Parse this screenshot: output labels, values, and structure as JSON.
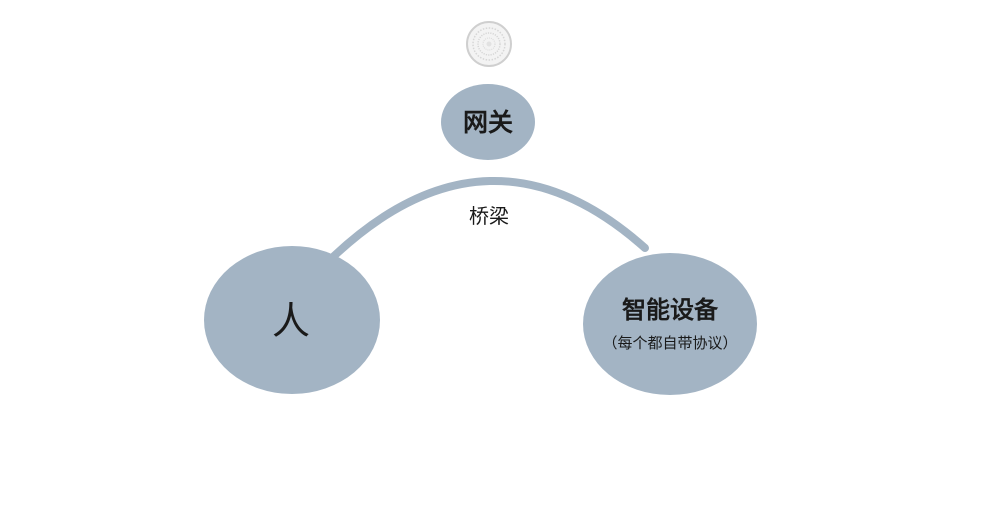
{
  "diagram": {
    "gateway": {
      "label": "网关",
      "icon": "gateway-device-icon"
    },
    "bridge": {
      "label": "桥梁"
    },
    "person": {
      "label": "人"
    },
    "smart_device": {
      "label": "智能设备",
      "sublabel": "（每个都自带协议）"
    },
    "colors": {
      "node_fill": "#a3b4c4",
      "arc_stroke": "#a3b4c4",
      "icon_ring": "#d0d0d0",
      "text": "#1a1a1a"
    }
  }
}
